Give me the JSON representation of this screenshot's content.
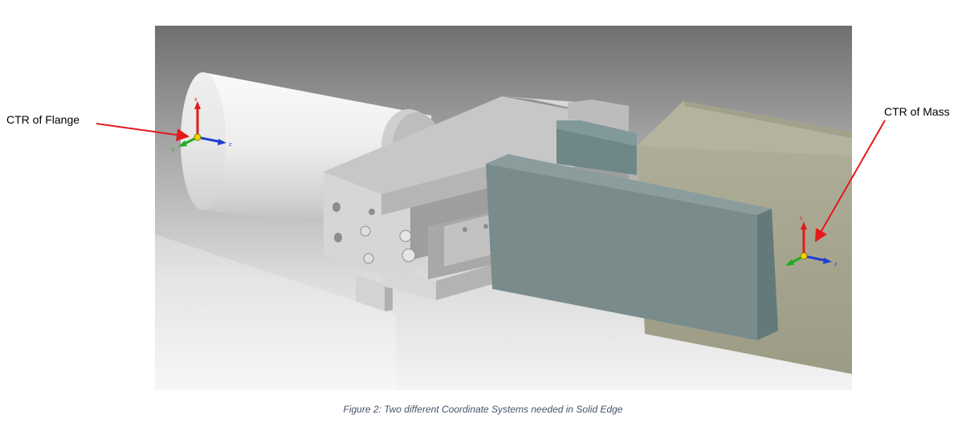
{
  "annotations": {
    "flange_label": "CTR of Flange",
    "mass_label": "CTR of Mass",
    "arrow_color": "#e31a1a"
  },
  "triad": {
    "x_label": "X",
    "y_label": "Y",
    "z_label": "Z",
    "x_color": "#e31a1a",
    "y_color": "#22aa22",
    "z_color": "#1f3fd1",
    "origin_color": "#f2d600"
  },
  "caption": "Figure 2: Two different Coordinate Systems needed in Solid Edge"
}
